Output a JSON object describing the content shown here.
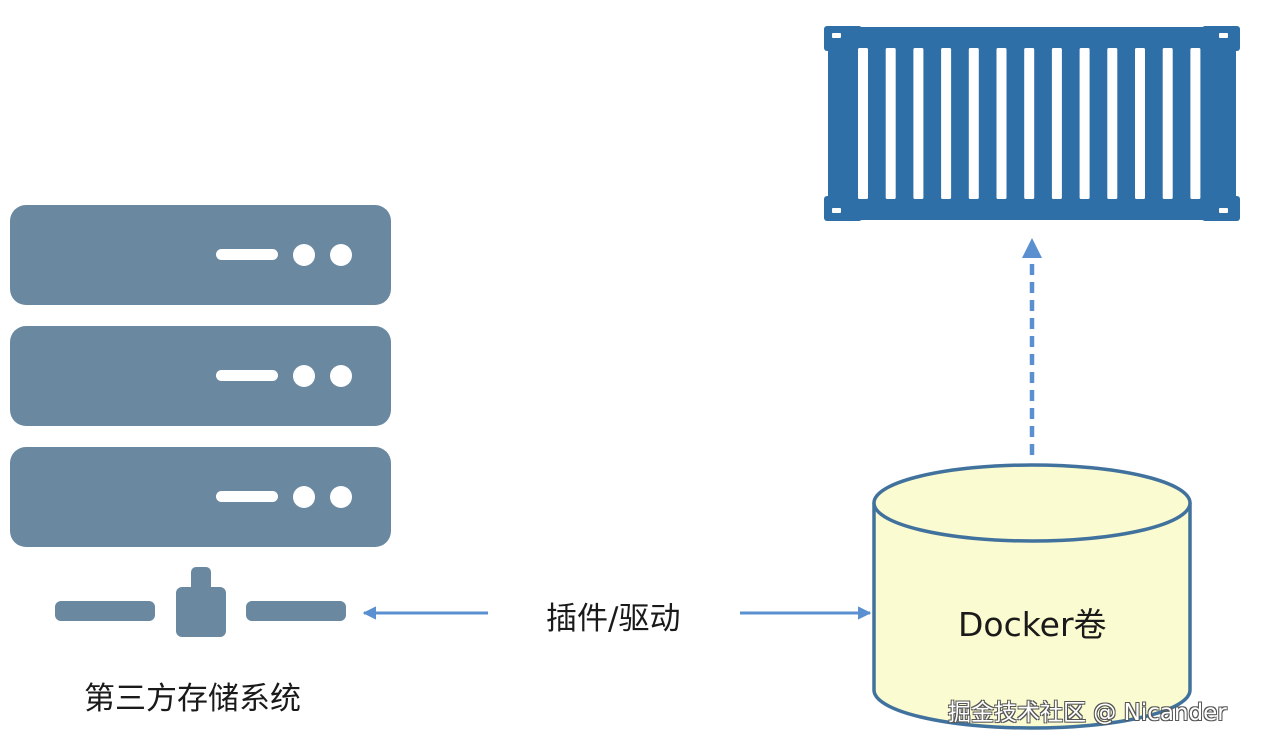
{
  "diagram": {
    "nodes": {
      "storage": {
        "label": "第三方存储系统",
        "icon": "server-stack-icon",
        "server_units": 3
      },
      "driver": {
        "label": "插件/驱动"
      },
      "volume": {
        "label": "Docker卷",
        "icon": "cylinder-icon"
      },
      "container": {
        "icon": "shipping-container-icon",
        "slats": 13
      }
    },
    "edges": [
      {
        "from": "driver",
        "to": "storage",
        "style": "solid"
      },
      {
        "from": "driver",
        "to": "volume",
        "style": "solid"
      },
      {
        "from": "volume",
        "to": "container",
        "style": "dashed"
      }
    ],
    "colors": {
      "server": "#6a89a0",
      "container": "#2f6fa8",
      "arrow": "#5a8fd0",
      "cylinder_fill": "#fafbd0",
      "cylinder_stroke": "#41729e"
    }
  },
  "watermark": "掘金技术社区 @ Nicander"
}
